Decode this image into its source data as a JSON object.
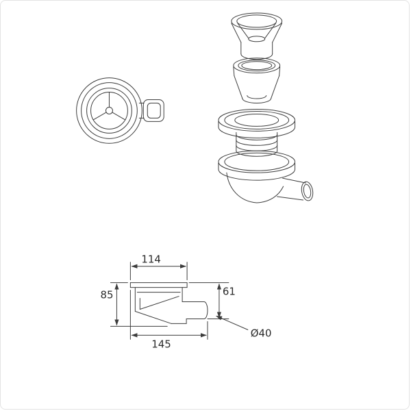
{
  "drawing": {
    "line_color": "#3c3c3c",
    "dimensions": {
      "top_width": "114",
      "overall_height": "85",
      "outlet_height": "61",
      "bottom_width": "145",
      "outlet_diameter": "Ø40"
    }
  }
}
